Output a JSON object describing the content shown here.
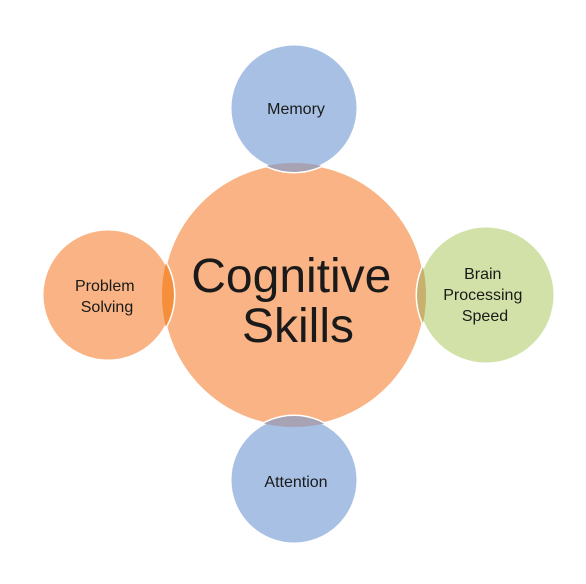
{
  "diagram": {
    "center": {
      "line1": "Cognitive",
      "line2": "Skills",
      "fill": "#f9b384"
    },
    "nodes": {
      "memory": {
        "label": "Memory",
        "fill": "#a7c0e4"
      },
      "brain_speed": {
        "line1": "Brain",
        "line2": "Processing",
        "line3": "Speed",
        "fill": "#d2e1a8"
      },
      "attention": {
        "label": "Attention",
        "fill": "#a7c0e4"
      },
      "problem_solving": {
        "line1": "Problem",
        "line2": "Solving",
        "fill": "#f9b384"
      }
    },
    "overlap_colors": {
      "memory": "#a7a3b4",
      "brain_speed": "#c8b06e",
      "attention": "#a7a3b4",
      "problem_solving": "#f68f3c"
    },
    "stroke": "#ffffff"
  }
}
